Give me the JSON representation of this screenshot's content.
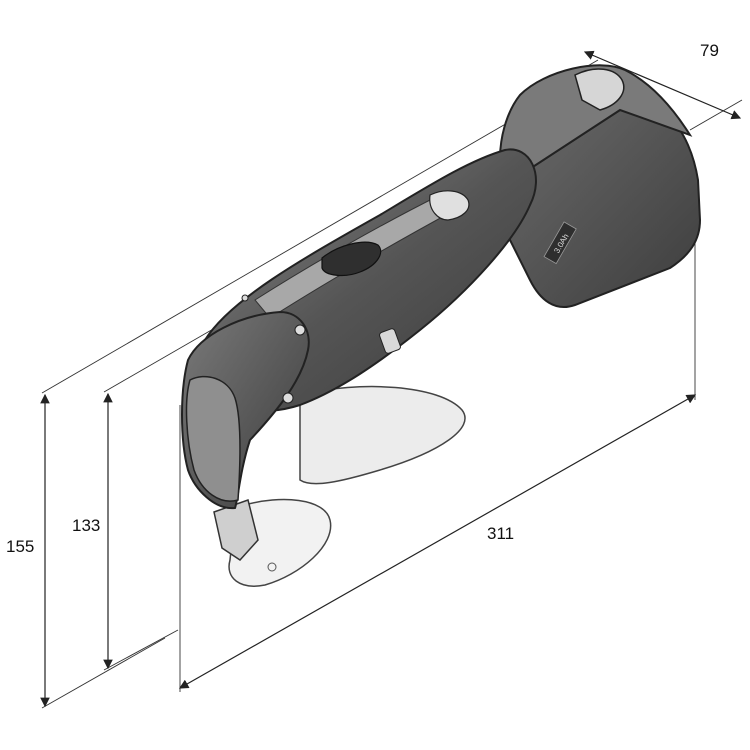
{
  "dimensions": {
    "width": "79",
    "length": "311",
    "height_total": "155",
    "height_body": "133"
  },
  "battery_label": "3.0Ah",
  "colors": {
    "body_dark": "#4a4a4a",
    "body_mid": "#6b6b6b",
    "body_light": "#bdbdbd",
    "blade": "#e9e9e9",
    "line": "#222222"
  }
}
